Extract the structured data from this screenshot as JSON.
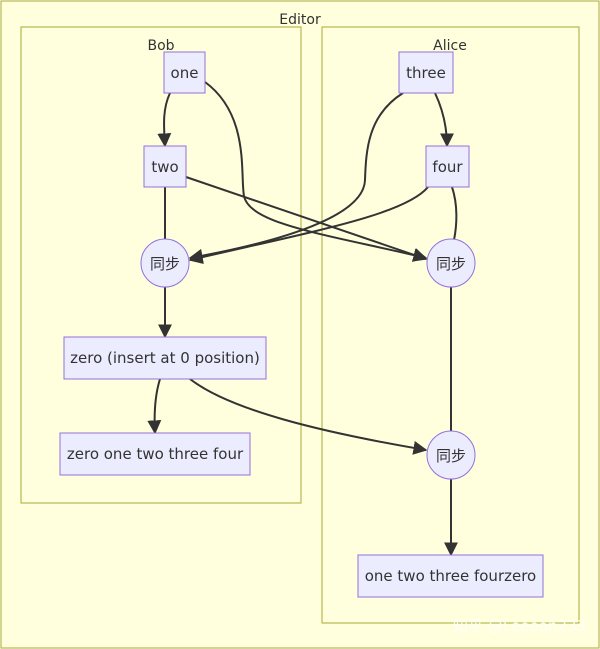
{
  "diagram": {
    "outer_title": "Editor",
    "subgraphs": [
      {
        "id": "bob",
        "title": "Bob"
      },
      {
        "id": "alice",
        "title": "Alice"
      }
    ],
    "nodes": [
      {
        "id": "one",
        "label": "one",
        "shape": "rect"
      },
      {
        "id": "two",
        "label": "two",
        "shape": "rect"
      },
      {
        "id": "sync_bob",
        "label": "同步",
        "shape": "circle"
      },
      {
        "id": "zero_insert",
        "label": "zero (insert at 0 position)",
        "shape": "rect"
      },
      {
        "id": "bob_result",
        "label": "zero one two three four",
        "shape": "rect"
      },
      {
        "id": "three",
        "label": "three",
        "shape": "rect"
      },
      {
        "id": "four",
        "label": "four",
        "shape": "rect"
      },
      {
        "id": "sync_alice_1",
        "label": "同步",
        "shape": "circle"
      },
      {
        "id": "sync_alice_2",
        "label": "同步",
        "shape": "circle"
      },
      {
        "id": "alice_result",
        "label": "one two three fourzero",
        "shape": "rect"
      }
    ],
    "edges": [
      {
        "from": "one",
        "to": "two"
      },
      {
        "from": "two",
        "to": "sync_bob"
      },
      {
        "from": "three",
        "to": "sync_bob"
      },
      {
        "from": "four",
        "to": "sync_bob"
      },
      {
        "from": "one",
        "to": "sync_alice_1"
      },
      {
        "from": "two",
        "to": "sync_alice_1"
      },
      {
        "from": "three",
        "to": "four"
      },
      {
        "from": "four",
        "to": "sync_alice_1"
      },
      {
        "from": "sync_bob",
        "to": "zero_insert"
      },
      {
        "from": "zero_insert",
        "to": "bob_result"
      },
      {
        "from": "zero_insert",
        "to": "sync_alice_2"
      },
      {
        "from": "sync_alice_1",
        "to": "sync_alice_2"
      },
      {
        "from": "sync_alice_2",
        "to": "alice_result"
      }
    ]
  },
  "colors": {
    "cluster_fill": "#ffffde",
    "cluster_stroke": "#aaaa33",
    "node_fill": "#ececff",
    "node_stroke": "#9370db",
    "edge": "#333333",
    "text": "#333333"
  },
  "watermark": "知乎 @Leeeon233"
}
